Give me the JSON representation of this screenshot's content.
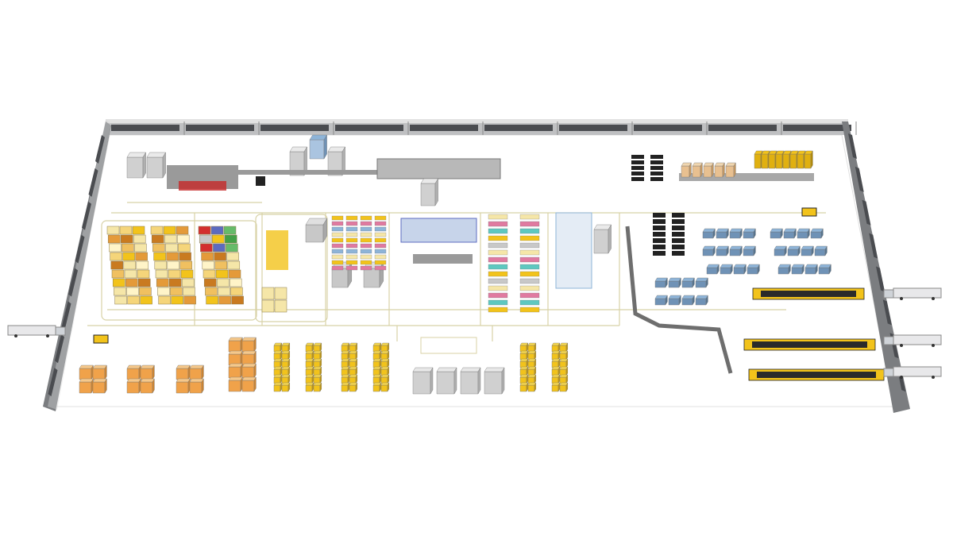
{
  "diagram": {
    "kind": "isometric factory / warehouse layout",
    "colors": {
      "background": "#ffffff",
      "floor": "#ffffff",
      "wall_face": "#7b7d80",
      "wall_top": "#d6d6d6",
      "window": "#4a4c50",
      "path_line": "#d8d2a6",
      "yellow": "#f2c31b",
      "orange_box": "#f0a24a",
      "cream": "#f5e6a8",
      "grey_machine": "#c8c8c8",
      "blue_machine": "#8eb4d8",
      "conveyor": "#6e6e6e",
      "red_accent": "#c62828",
      "truck": "#e8e8ea"
    },
    "zones": [
      "storage-racks-left",
      "assembly-cells-center-left",
      "machining-line-top",
      "inspection-area-center",
      "workstations-right",
      "shipping-docks-right",
      "pallet-staging-bottom",
      "yellow-rack-rows-bottom"
    ],
    "trucks_count": 4
  }
}
